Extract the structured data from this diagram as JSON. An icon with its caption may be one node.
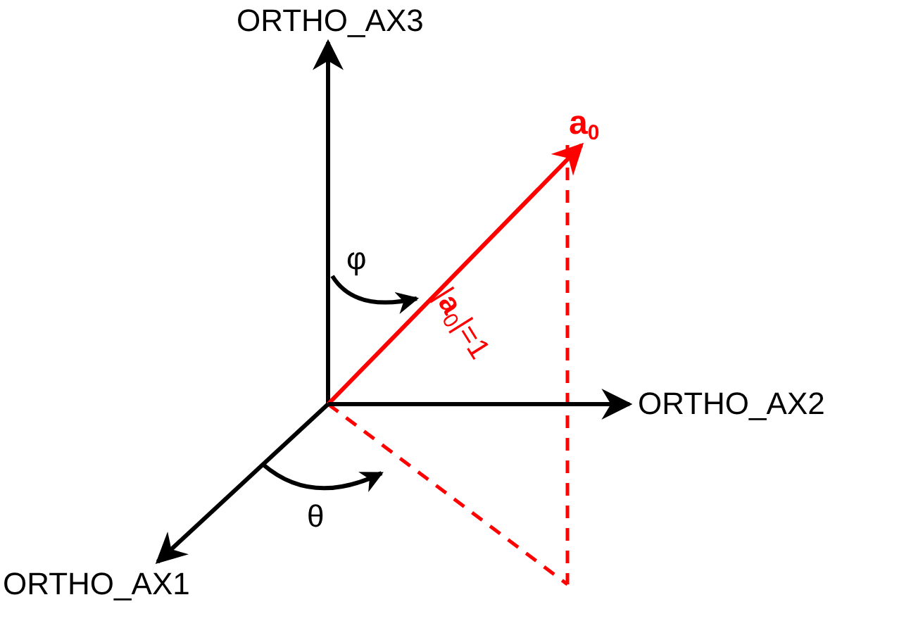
{
  "diagram": {
    "nodes": [
      {
        "text": [
          "ORTHO_AX3"
        ]
      },
      {
        "text": [
          "**a**$_{0}$"
        ]
      },
      {
        "text": [
          "ORTHO_AX2"
        ]
      },
      {
        "text": [
          "ORTHO_AX1"
        ]
      }
    ],
    "edges": [
      {
        "from": null,
        "to": 0,
        "arrow": "to"
      },
      {
        "from": null,
        "to": 1,
        "arrow": "to",
        "label": "|**a**$_{0}$|=1",
        "color": "#ff0000"
      },
      {
        "from": null,
        "to": 2,
        "arrow": "to"
      },
      {
        "from": null,
        "to": 3,
        "arrow": "to"
      }
    ],
    "labels": [
      "φ",
      "θ"
    ]
  }
}
